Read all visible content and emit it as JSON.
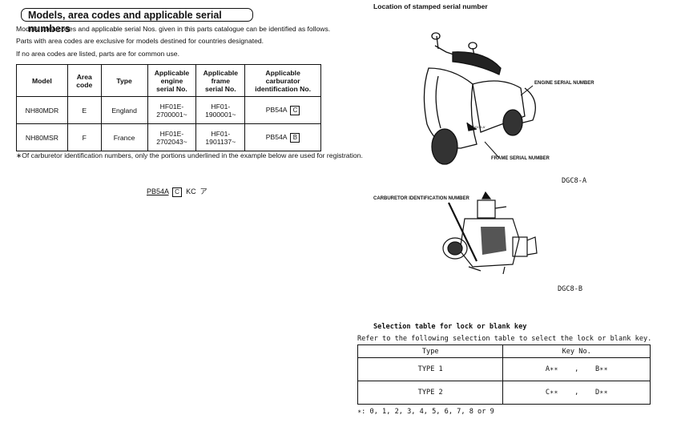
{
  "left": {
    "title": "Models, area codes and applicable serial numbers",
    "intro": [
      "Models, area codes and applicable serial Nos. given in this parts catalogue can be identified as follows.",
      "Parts with area codes are exclusive for models destined for countries designated.",
      "If no area codes are listed, parts are for common use."
    ],
    "table": {
      "headers": {
        "model": "Model",
        "area_1": "Area",
        "area_2": "code",
        "type": "Type",
        "engine_1": "Applicable",
        "engine_2": "engine",
        "engine_3": "serial No.",
        "frame_1": "Applicable",
        "frame_2": "frame",
        "frame_3": "serial No.",
        "carb_1": "Applicable",
        "carb_2": "carburator",
        "carb_3": "identification No."
      },
      "rows": [
        {
          "model": "NH80MDR",
          "area": "E",
          "type": "England",
          "engine_1": "HF01E-",
          "engine_2": "2700001~",
          "frame_1": "HF01-",
          "frame_2": "1900001~",
          "carb": "PB54A",
          "carb_box": "C"
        },
        {
          "model": "NH80MSR",
          "area": "F",
          "type": "France",
          "engine_1": "HF01E-",
          "engine_2": "2702043~",
          "frame_1": "HF01-",
          "frame_2": "1901137~",
          "carb": "PB54A",
          "carb_box": "B"
        }
      ]
    },
    "note": "∗Of carburetor identification numbers, only the portions underlined in the example below are used for registration.",
    "example": {
      "underlined": "PB54A",
      "box": "C",
      "rest_1": "KC",
      "rest_2": "ア"
    }
  },
  "right": {
    "location_title": "Location of stamped serial number",
    "scooter_labels": {
      "engine": "ENGINE SERIAL NUMBER",
      "frame": "FRAME SERIAL NUMBER",
      "small": "DGC8-A'"
    },
    "scooter_caption": "DGC8-A",
    "carb_label": "CARBURETOR IDENTIFICATION NUMBER",
    "carb_caption": "DGC8-B",
    "selection": {
      "title": "Selection table for lock or blank key",
      "desc": "Refer to the following selection table to select the lock or blank key.",
      "headers": {
        "type": "Type",
        "key": "Key No."
      },
      "rows": [
        {
          "type": "TYPE 1",
          "key_a": "A∗∗",
          "sep": ",",
          "key_b": "B∗∗"
        },
        {
          "type": "TYPE 2",
          "key_a": "C∗∗",
          "sep": ",",
          "key_b": "D∗∗"
        }
      ],
      "footnote": "∗: 0, 1, 2, 3, 4, 5, 6, 7, 8 or 9"
    }
  }
}
